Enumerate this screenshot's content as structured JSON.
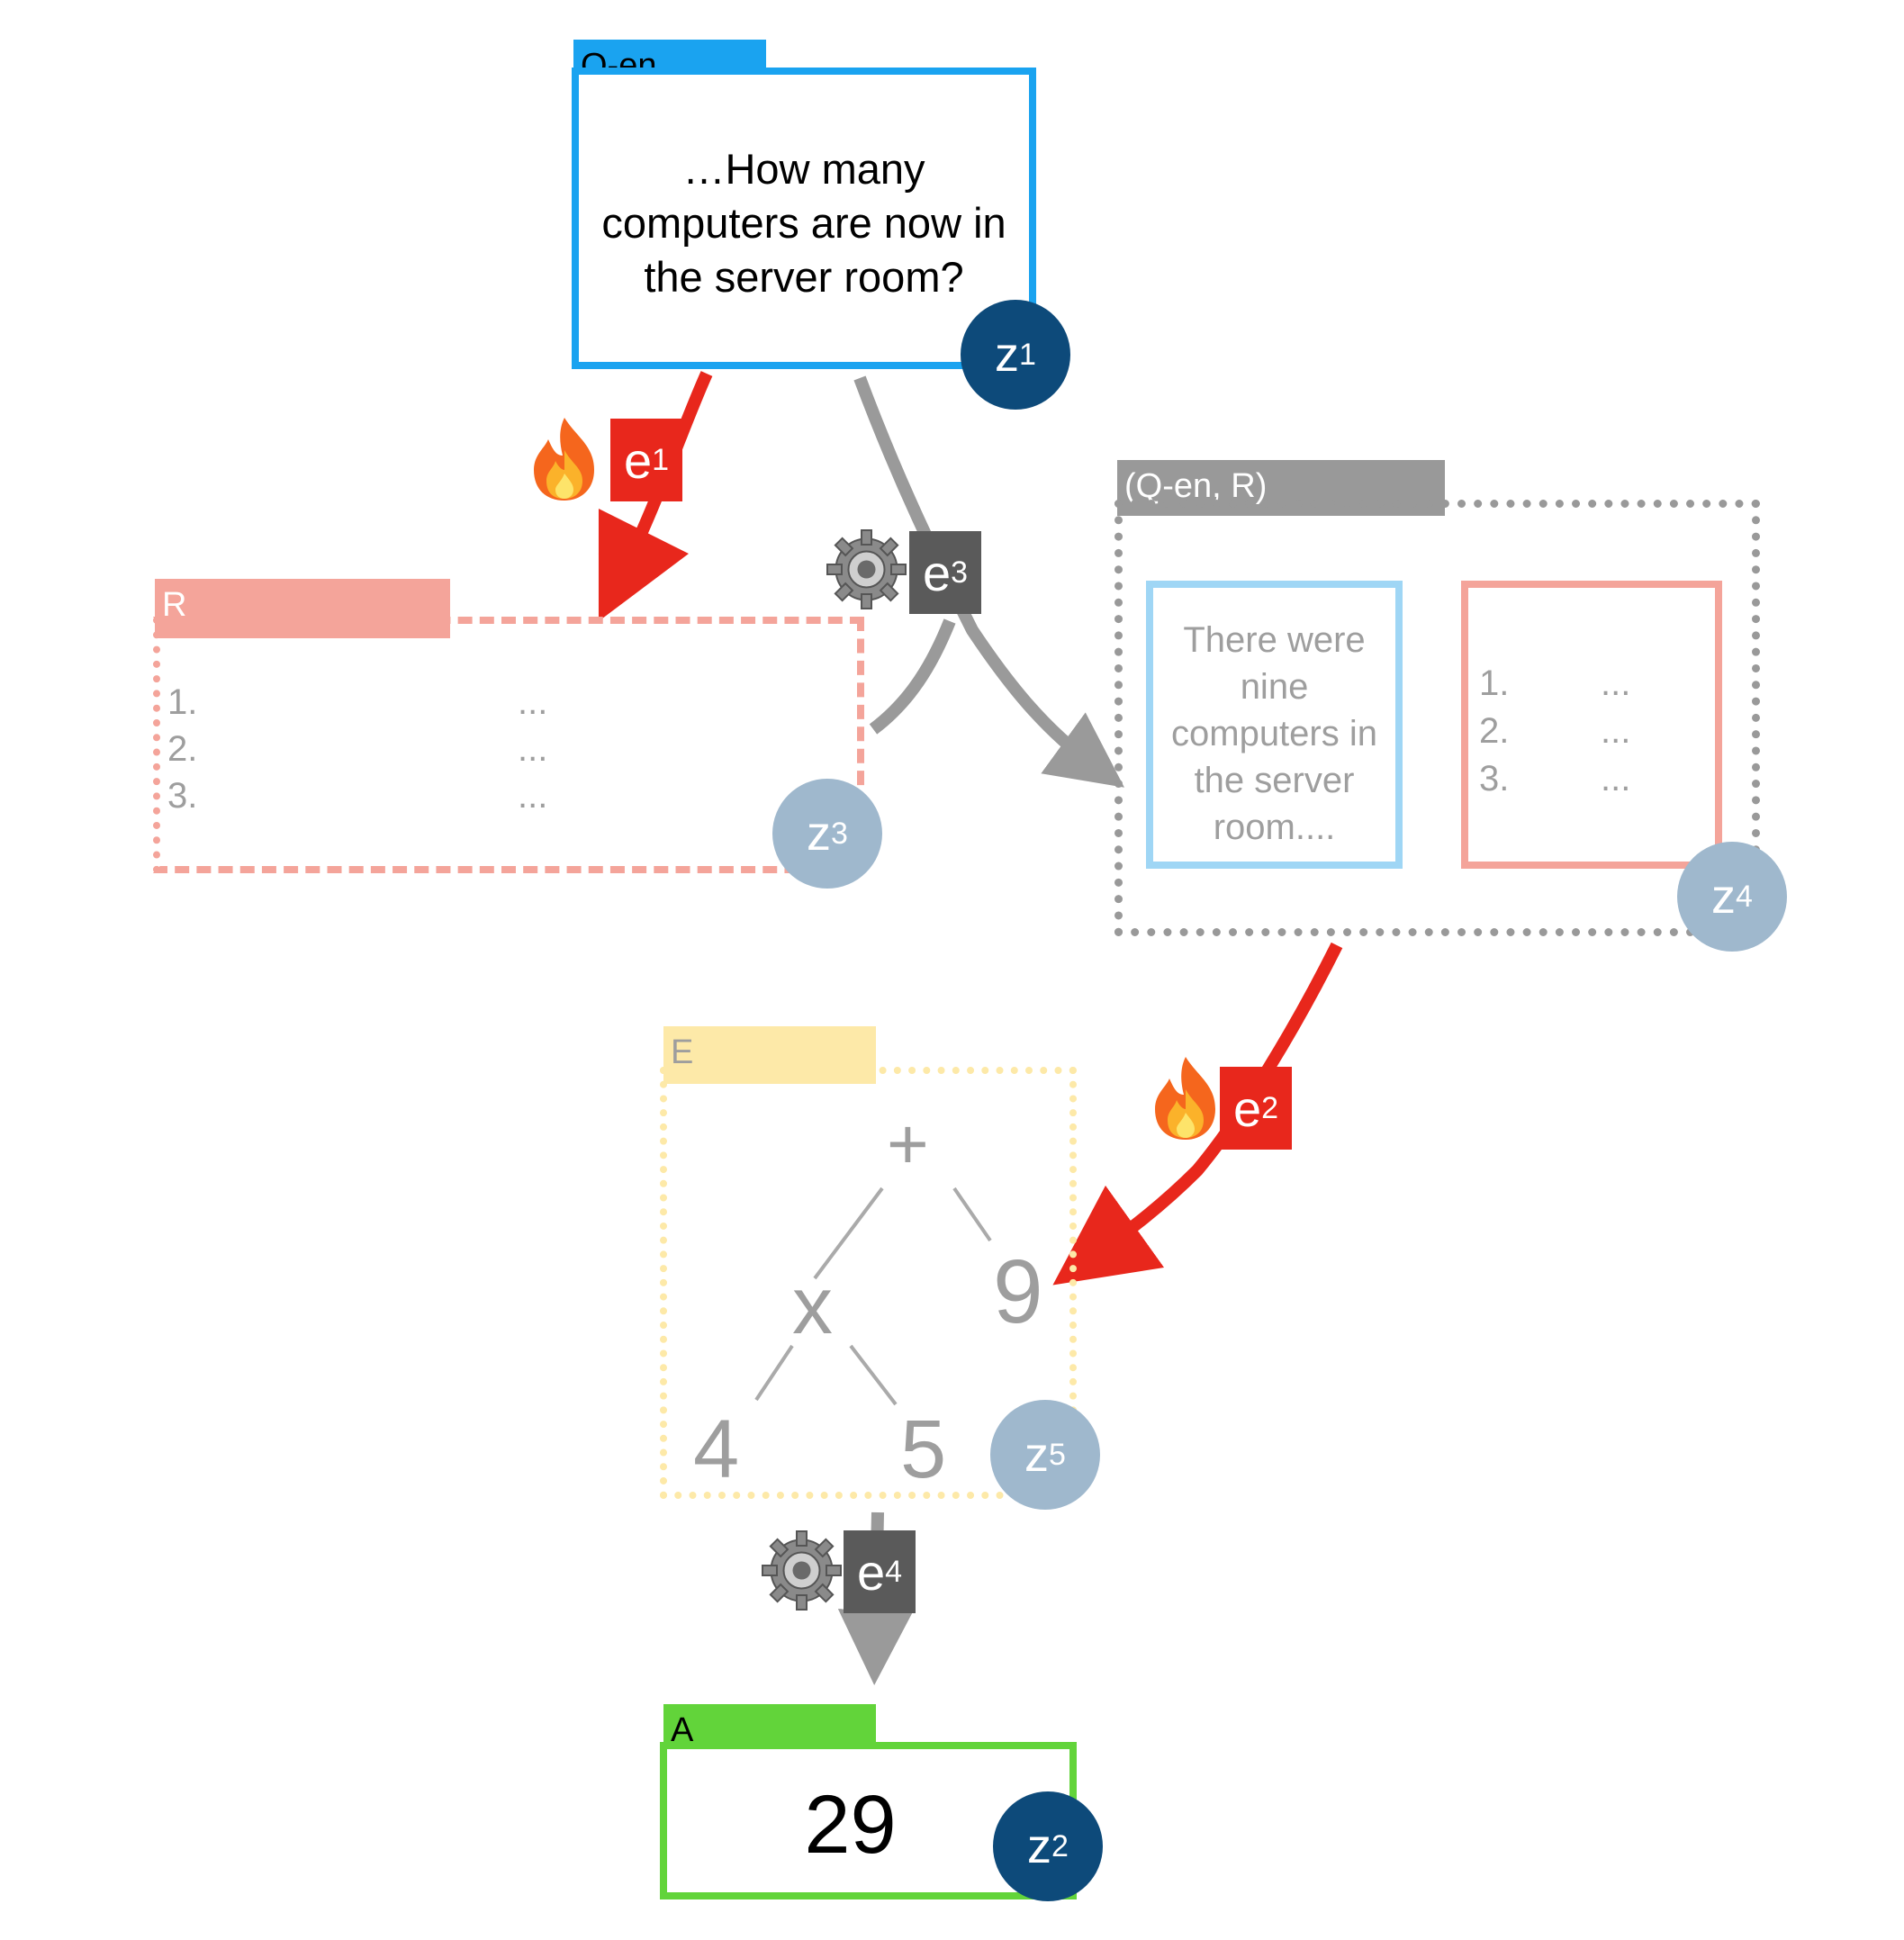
{
  "nodes": {
    "q_en": {
      "tag": "Q-en",
      "text": "…How many computers are now in the server room?",
      "latent": "z",
      "latent_sub": "1",
      "color": "#1aa3f0"
    },
    "r": {
      "tag": "R",
      "items": [
        {
          "num": "1.",
          "val": "..."
        },
        {
          "num": "2.",
          "val": "..."
        },
        {
          "num": "3.",
          "val": "..."
        }
      ],
      "latent": "z",
      "latent_sub": "3",
      "color": "#f4a49a"
    },
    "qen_r": {
      "tag": "(Q-en, R)",
      "context_text": "There were nine computers in the server room....",
      "items": [
        {
          "num": "1.",
          "val": "..."
        },
        {
          "num": "2.",
          "val": "..."
        },
        {
          "num": "3.",
          "val": "..."
        }
      ],
      "latent": "z",
      "latent_sub": "4",
      "color": "#999999"
    },
    "e": {
      "tag": "E",
      "tree": {
        "root": "+",
        "left": "x",
        "right": "9",
        "left_left": "4",
        "left_right": "5"
      },
      "latent": "z",
      "latent_sub": "5",
      "color": "#fde9a8"
    },
    "a": {
      "tag": "A",
      "value": "29",
      "latent": "z",
      "latent_sub": "2",
      "color": "#62d43a"
    }
  },
  "edges": {
    "e1": {
      "label": "e",
      "sub": "1",
      "kind": "trainable",
      "icon": "fire-icon"
    },
    "e2": {
      "label": "e",
      "sub": "2",
      "kind": "trainable",
      "icon": "fire-icon"
    },
    "e3": {
      "label": "e",
      "sub": "3",
      "kind": "fixed",
      "icon": "gear-icon"
    },
    "e4": {
      "label": "e",
      "sub": "4",
      "kind": "fixed",
      "icon": "gear-icon"
    }
  },
  "colors": {
    "trainable_edge": "#e8271c",
    "fixed_edge": "#9a9a9a",
    "fixed_tag": "#5a5a5a",
    "latent_dark": "#0d4a7a",
    "latent_light": "#9fb8cd"
  }
}
